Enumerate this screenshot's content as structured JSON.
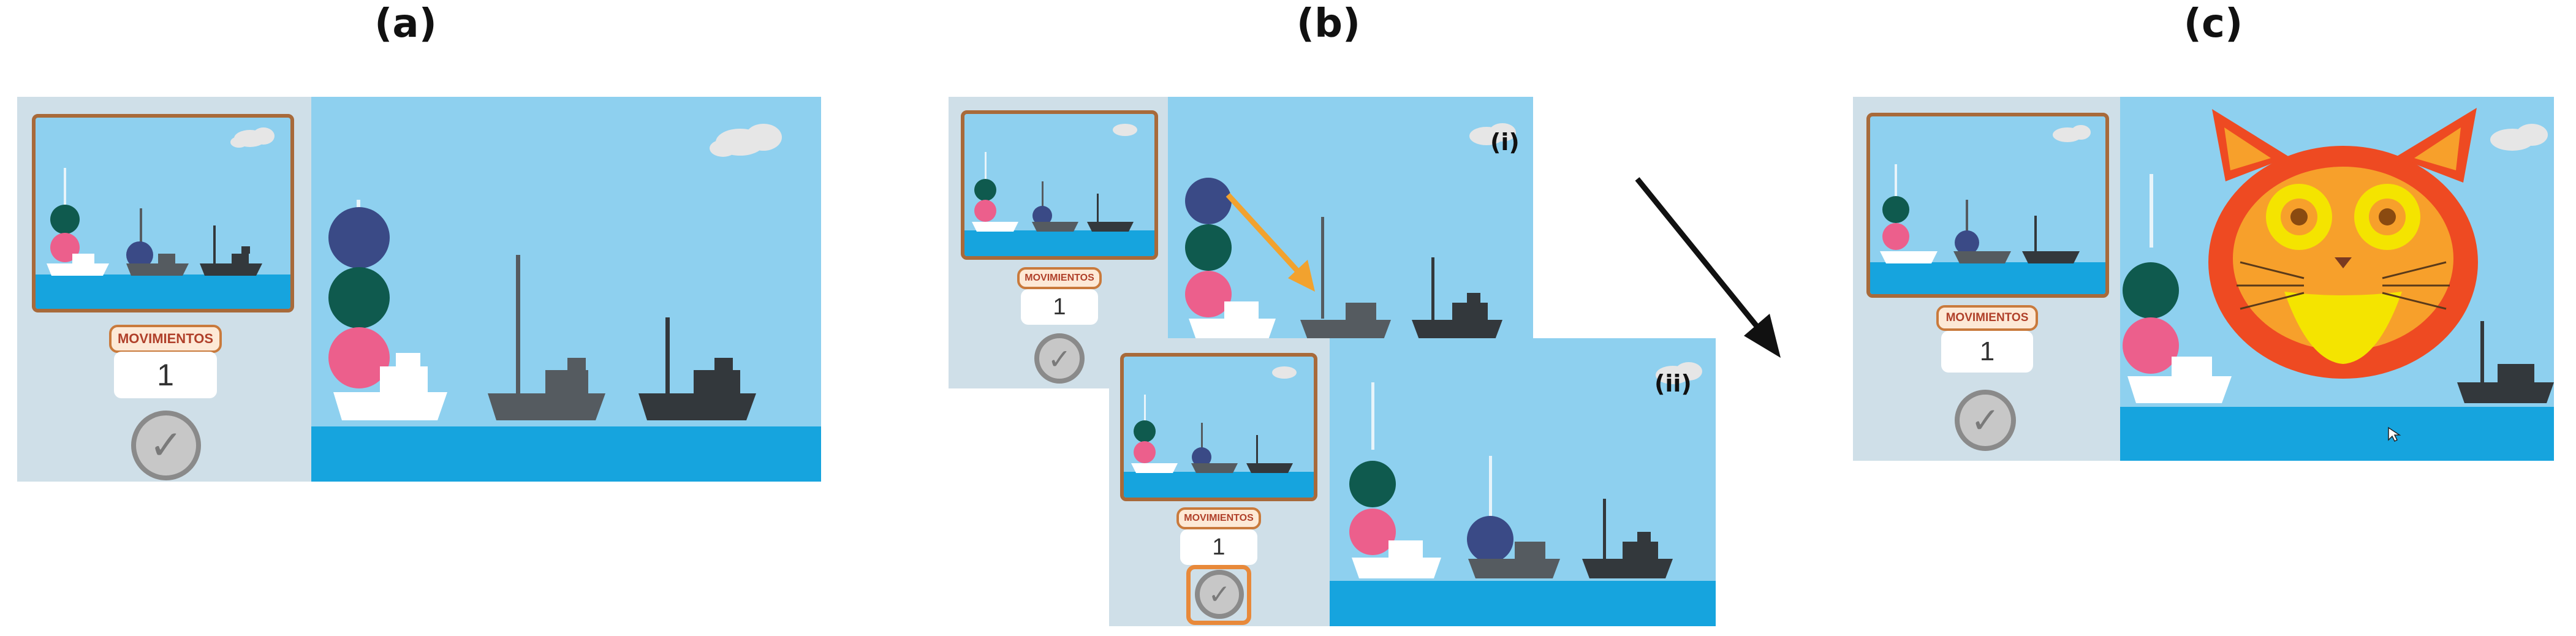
{
  "labels": {
    "a": "(a)",
    "b": "(b)",
    "c": "(c)",
    "i": "(i)",
    "ii": "(ii)"
  },
  "ui": {
    "moves_label": "MOVIMIENTOS",
    "moves_value": "1",
    "check_glyph": "✓"
  },
  "colors": {
    "sky": "#8ed0ef",
    "sea": "#16a4de",
    "ball_blue": "#3a4a86",
    "ball_green": "#0f5a4e",
    "ball_pink": "#ec5f8c",
    "boat_white": "#ffffff",
    "boat_gray": "#555b60",
    "boat_dark": "#33383c",
    "arrow_orange": "#f2a22e",
    "frame_brown": "#a86a3a",
    "cat_red": "#ee4a22",
    "cat_orange": "#f7a02b",
    "cat_yellow": "#f4e400"
  },
  "icons": [
    "cloud-icon",
    "check-icon",
    "cat-icon",
    "boat-icon",
    "ball-icon",
    "arrow-icon",
    "cursor-icon"
  ]
}
